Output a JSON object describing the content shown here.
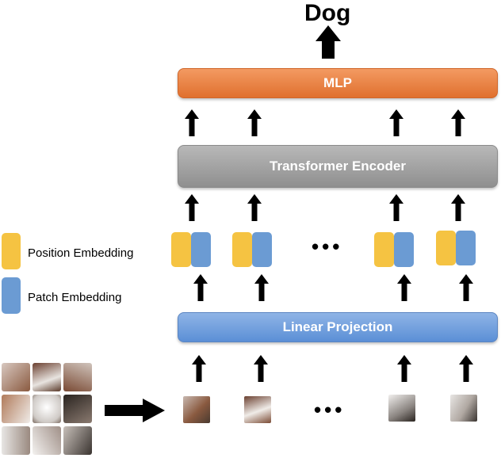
{
  "title": "Dog",
  "blocks": {
    "mlp": "MLP",
    "encoder": "Transformer Encoder",
    "linear": "Linear Projection"
  },
  "legend": {
    "position": "Position Embedding",
    "patch": "Patch Embedding"
  },
  "ellipsis": "•••",
  "colors": {
    "mlp": "#e8793a",
    "encoder": "#a3a3a3",
    "linear": "#6f9ee0",
    "position": "#f5c342",
    "patch": "#6b9bd3"
  }
}
